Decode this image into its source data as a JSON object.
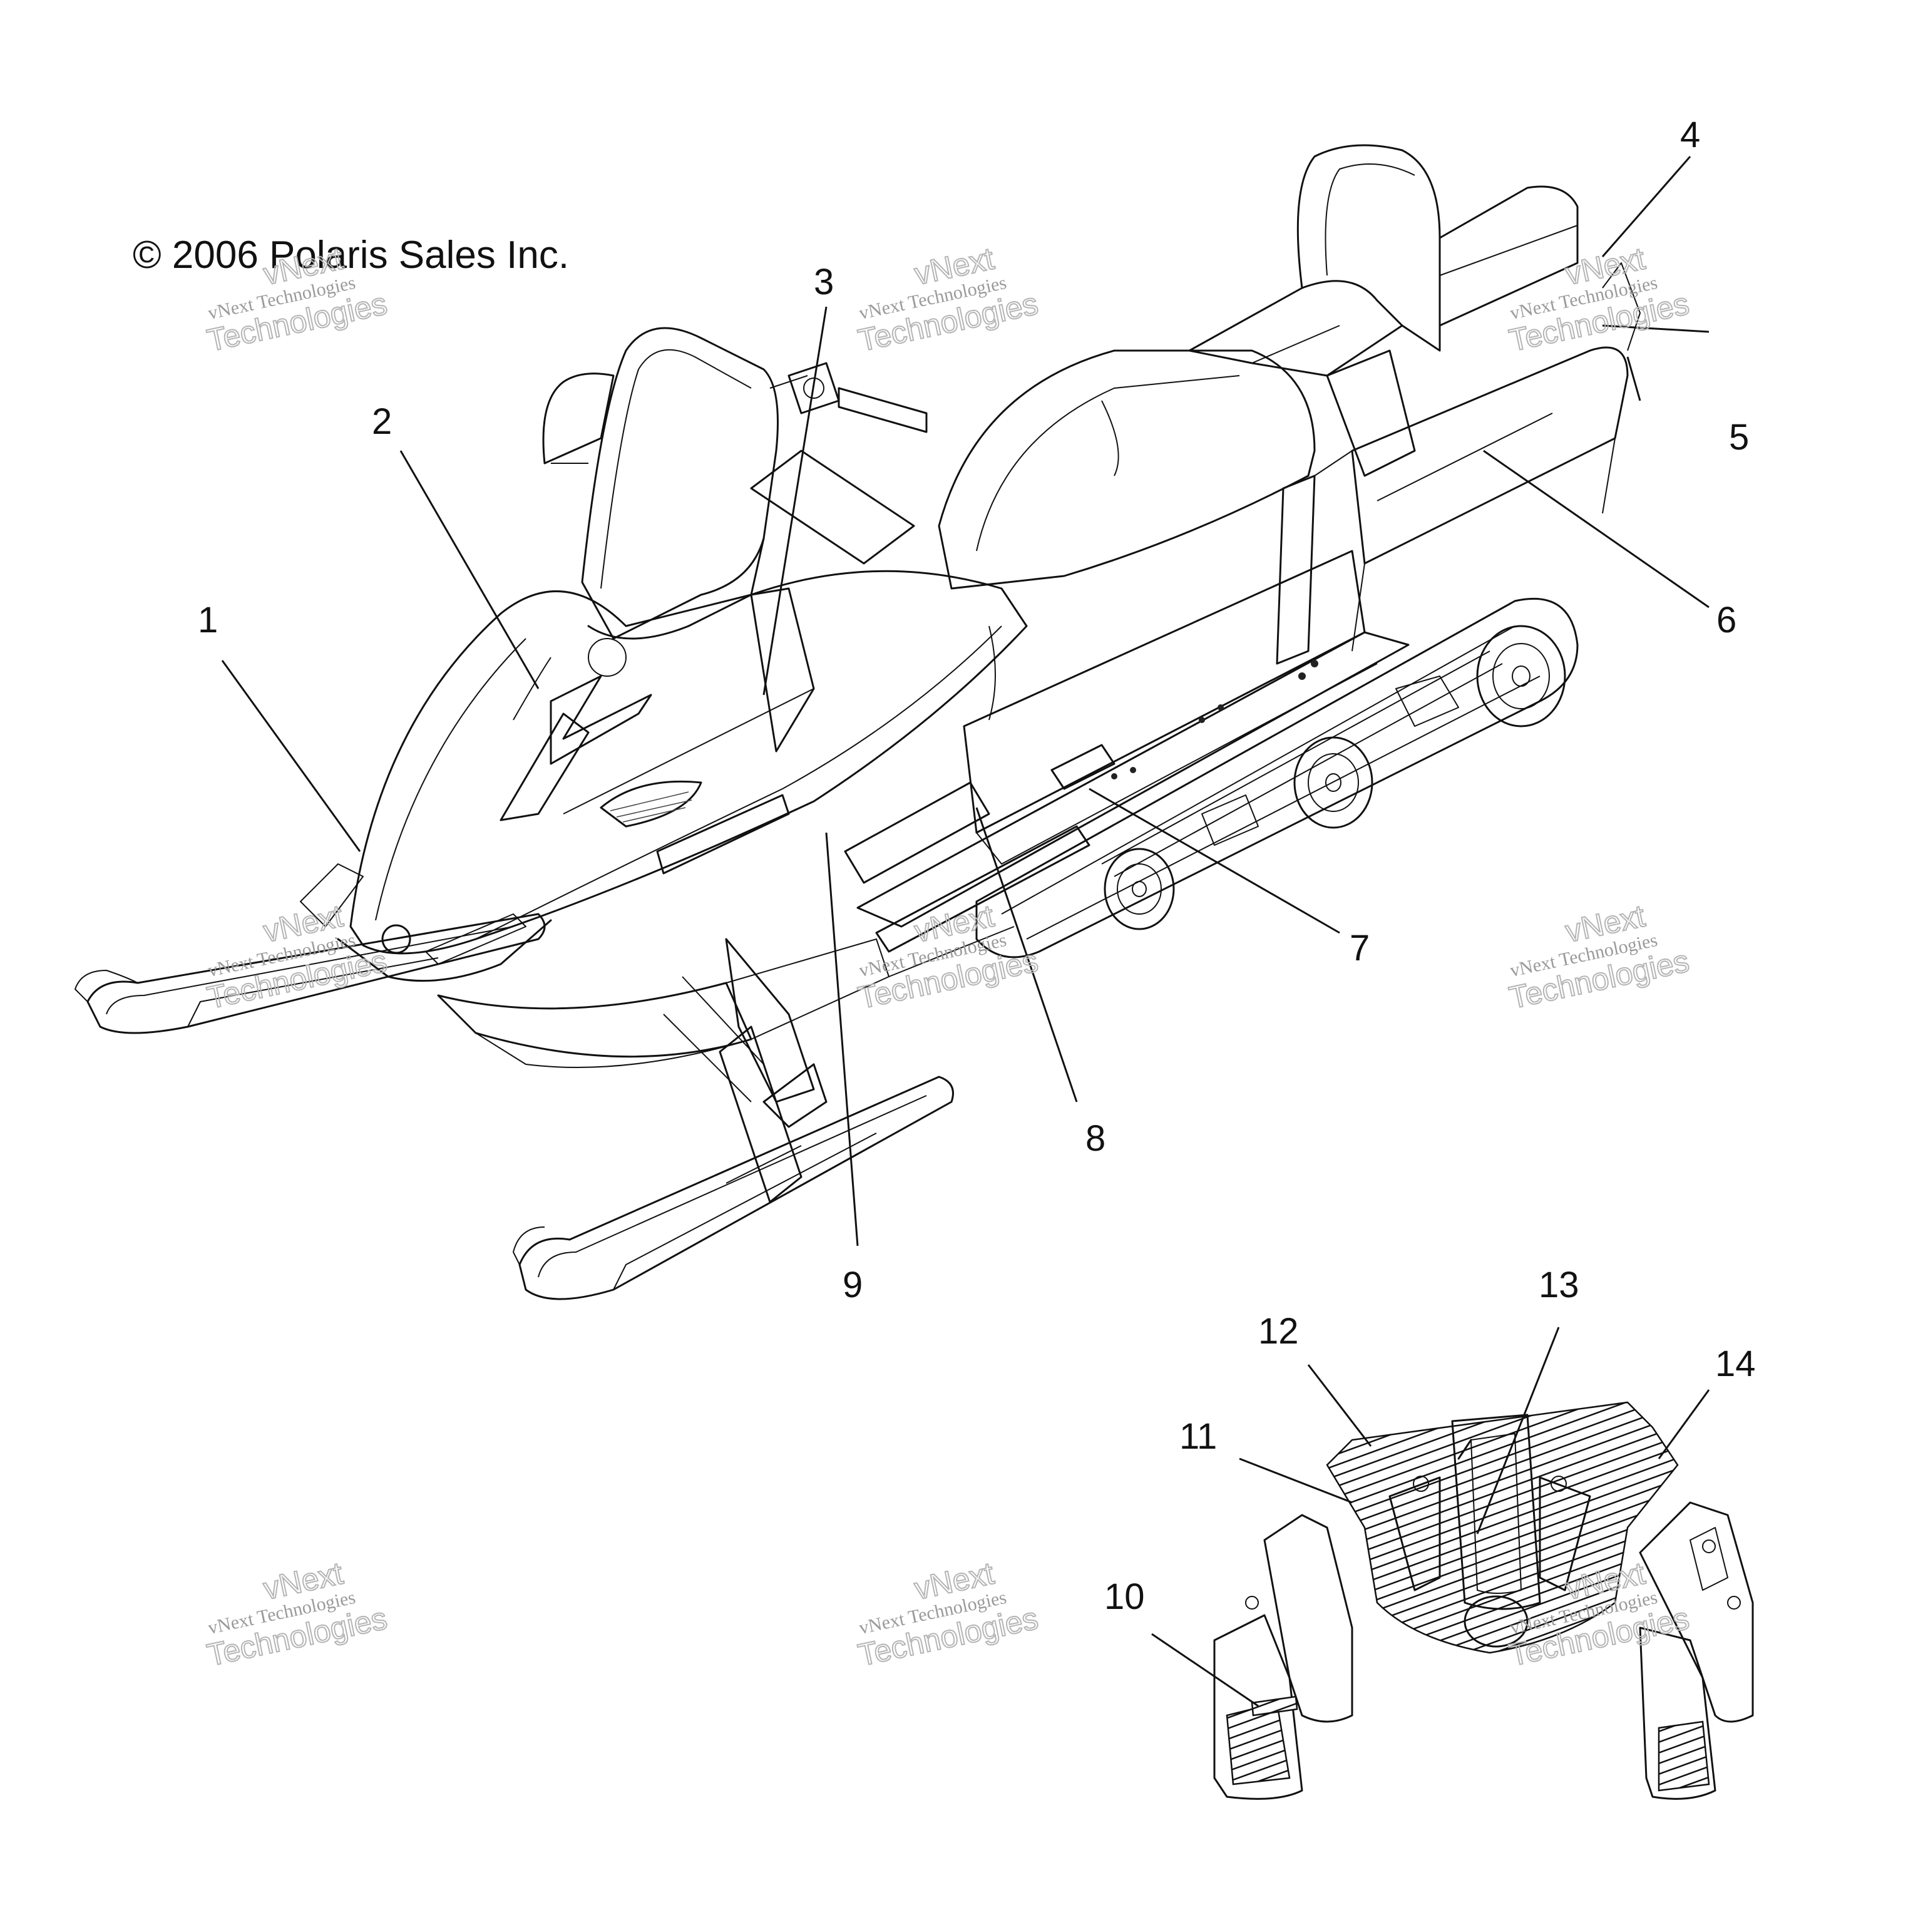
{
  "copyright": "© 2006 Polaris Sales Inc.",
  "watermark": {
    "line1": "vNext Technologies",
    "line2": "Technologies",
    "line3": "vNext"
  },
  "callouts": [
    {
      "id": "1",
      "text": "1"
    },
    {
      "id": "2",
      "text": "2"
    },
    {
      "id": "3",
      "text": "3"
    },
    {
      "id": "4",
      "text": "4"
    },
    {
      "id": "5",
      "text": "5"
    },
    {
      "id": "6",
      "text": "6"
    },
    {
      "id": "7",
      "text": "7"
    },
    {
      "id": "8",
      "text": "8"
    },
    {
      "id": "9",
      "text": "9"
    },
    {
      "id": "10",
      "text": "10"
    },
    {
      "id": "11",
      "text": "11"
    },
    {
      "id": "12",
      "text": "12"
    },
    {
      "id": "13",
      "text": "13"
    },
    {
      "id": "14",
      "text": "14"
    }
  ]
}
